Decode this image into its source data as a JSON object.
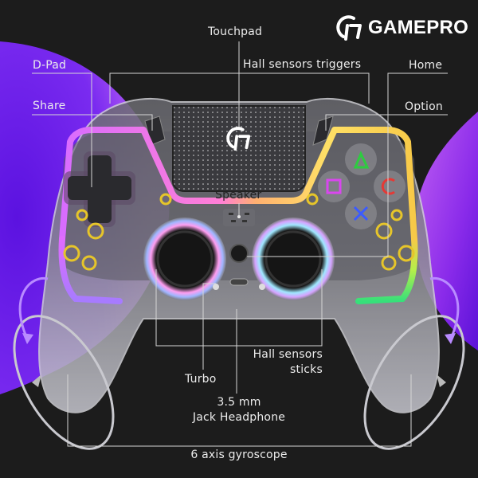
{
  "brand": {
    "name": "GAMEPRO",
    "logo_icon": "gp-logo-icon"
  },
  "labels": {
    "touchpad": "Touchpad",
    "hall_triggers": "Hall sensors triggers",
    "dpad": "D-Pad",
    "home": "Home",
    "share": "Share",
    "option": "Option",
    "speaker": "Speaker",
    "hall_sticks_line1": "Hall sensors",
    "hall_sticks_line2": "sticks",
    "turbo": "Turbo",
    "jack_line1": "3.5 mm",
    "jack_line2": "Jack Headphone",
    "gyro": "6 axis gyroscope"
  },
  "colors": {
    "background": "#1c1c1c",
    "accent_purple": "#6a1bd8",
    "accent_magenta": "#c04bff",
    "leader_lines": "#d0d0d0",
    "triangle": "#2ecc40",
    "circle": "#e53935",
    "square": "#d946ef",
    "cross": "#3b5bff"
  },
  "face_buttons": [
    "triangle",
    "circle",
    "square",
    "cross"
  ]
}
